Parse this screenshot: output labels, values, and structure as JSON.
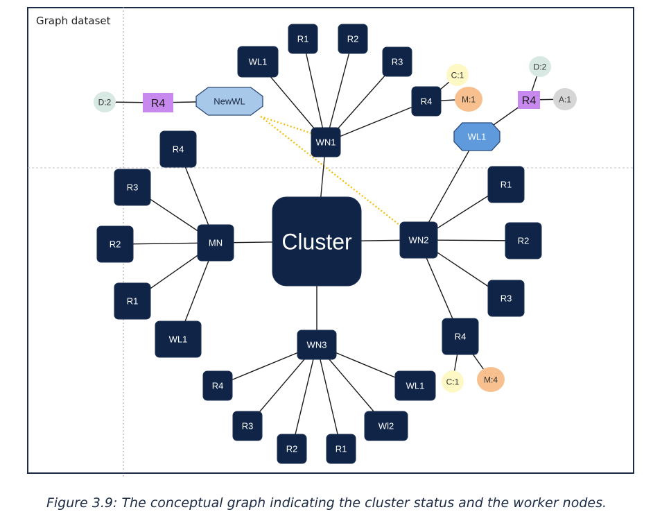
{
  "title": "Graph dataset",
  "caption": "Figure 3.9: The conceptual graph indicating the cluster status and the worker nodes.",
  "colors": {
    "node": "#0f2447",
    "node_text": "#ffffff",
    "purple": "#c889ee",
    "light_blue": "#a8c8ea",
    "mid_blue": "#5f9bdc",
    "mint": "#d8e8e3",
    "yellow": "#fdf8c4",
    "orange": "#f7c08e",
    "gray": "#d6d6d6",
    "highlight": "#f2c012"
  },
  "nodes": [
    {
      "id": "cluster",
      "label": "Cluster",
      "kind": "cluster"
    },
    {
      "id": "mn",
      "label": "MN",
      "kind": "box"
    },
    {
      "id": "mn-r4",
      "label": "R4",
      "kind": "box"
    },
    {
      "id": "mn-r3",
      "label": "R3",
      "kind": "box"
    },
    {
      "id": "mn-r2",
      "label": "R2",
      "kind": "box"
    },
    {
      "id": "mn-r1",
      "label": "R1",
      "kind": "box"
    },
    {
      "id": "mn-wl1",
      "label": "WL1",
      "kind": "box"
    },
    {
      "id": "wn1",
      "label": "WN1",
      "kind": "box"
    },
    {
      "id": "wn1-wl1",
      "label": "WL1",
      "kind": "box"
    },
    {
      "id": "wn1-r1",
      "label": "R1",
      "kind": "box"
    },
    {
      "id": "wn1-r2",
      "label": "R2",
      "kind": "box"
    },
    {
      "id": "wn1-r3",
      "label": "R3",
      "kind": "box"
    },
    {
      "id": "wn1-r4",
      "label": "R4",
      "kind": "box"
    },
    {
      "id": "wn1-r4-c",
      "label": "C:1",
      "kind": "yellow"
    },
    {
      "id": "wn1-r4-m",
      "label": "M:1",
      "kind": "orange"
    },
    {
      "id": "wn2",
      "label": "WN2",
      "kind": "box"
    },
    {
      "id": "wn2-wl1",
      "label": "WL1",
      "kind": "oct-mid"
    },
    {
      "id": "wn2-wl1-r4",
      "label": "R4",
      "kind": "purple"
    },
    {
      "id": "wn2-wl1-r4-d",
      "label": "D:2",
      "kind": "mint"
    },
    {
      "id": "wn2-wl1-r4-a",
      "label": "A:1",
      "kind": "gray"
    },
    {
      "id": "wn2-r1",
      "label": "R1",
      "kind": "box"
    },
    {
      "id": "wn2-r2",
      "label": "R2",
      "kind": "box"
    },
    {
      "id": "wn2-r3",
      "label": "R3",
      "kind": "box"
    },
    {
      "id": "wn2-r4",
      "label": "R4",
      "kind": "box"
    },
    {
      "id": "wn2-r4-c",
      "label": "C:1",
      "kind": "yellow"
    },
    {
      "id": "wn2-r4-m",
      "label": "M:4",
      "kind": "orange"
    },
    {
      "id": "wn3",
      "label": "WN3",
      "kind": "box"
    },
    {
      "id": "wn3-r4",
      "label": "R4",
      "kind": "box"
    },
    {
      "id": "wn3-r3",
      "label": "R3",
      "kind": "box"
    },
    {
      "id": "wn3-r2",
      "label": "R2",
      "kind": "box"
    },
    {
      "id": "wn3-r1",
      "label": "R1",
      "kind": "box"
    },
    {
      "id": "wn3-wl2",
      "label": "Wl2",
      "kind": "box"
    },
    {
      "id": "wn3-wl1",
      "label": "WL1",
      "kind": "box"
    },
    {
      "id": "newwl",
      "label": "NewWL",
      "kind": "oct-light"
    },
    {
      "id": "newwl-r4",
      "label": "R4",
      "kind": "purple"
    },
    {
      "id": "newwl-r4-d",
      "label": "D:2",
      "kind": "mint"
    }
  ],
  "edges": [
    [
      "cluster",
      "mn"
    ],
    [
      "cluster",
      "wn1"
    ],
    [
      "cluster",
      "wn2"
    ],
    [
      "cluster",
      "wn3"
    ],
    [
      "mn",
      "mn-r4"
    ],
    [
      "mn",
      "mn-r3"
    ],
    [
      "mn",
      "mn-r2"
    ],
    [
      "mn",
      "mn-r1"
    ],
    [
      "mn",
      "mn-wl1"
    ],
    [
      "wn1",
      "wn1-wl1"
    ],
    [
      "wn1",
      "wn1-r1"
    ],
    [
      "wn1",
      "wn1-r2"
    ],
    [
      "wn1",
      "wn1-r3"
    ],
    [
      "wn1",
      "wn1-r4"
    ],
    [
      "wn1-r4",
      "wn1-r4-c"
    ],
    [
      "wn1-r4",
      "wn1-r4-m"
    ],
    [
      "wn2",
      "wn2-wl1"
    ],
    [
      "wn2-wl1",
      "wn2-wl1-r4"
    ],
    [
      "wn2-wl1-r4",
      "wn2-wl1-r4-d"
    ],
    [
      "wn2-wl1-r4",
      "wn2-wl1-r4-a"
    ],
    [
      "wn2",
      "wn2-r1"
    ],
    [
      "wn2",
      "wn2-r2"
    ],
    [
      "wn2",
      "wn2-r3"
    ],
    [
      "wn2",
      "wn2-r4"
    ],
    [
      "wn2-r4",
      "wn2-r4-c"
    ],
    [
      "wn2-r4",
      "wn2-r4-m"
    ],
    [
      "wn3",
      "wn3-r4"
    ],
    [
      "wn3",
      "wn3-r3"
    ],
    [
      "wn3",
      "wn3-r2"
    ],
    [
      "wn3",
      "wn3-r1"
    ],
    [
      "wn3",
      "wn3-wl2"
    ],
    [
      "wn3",
      "wn3-wl1"
    ],
    [
      "newwl",
      "newwl-r4"
    ],
    [
      "newwl-r4",
      "newwl-r4-d"
    ]
  ],
  "candidate_edges": [
    [
      "newwl",
      "wn1"
    ],
    [
      "newwl",
      "wn2"
    ]
  ]
}
